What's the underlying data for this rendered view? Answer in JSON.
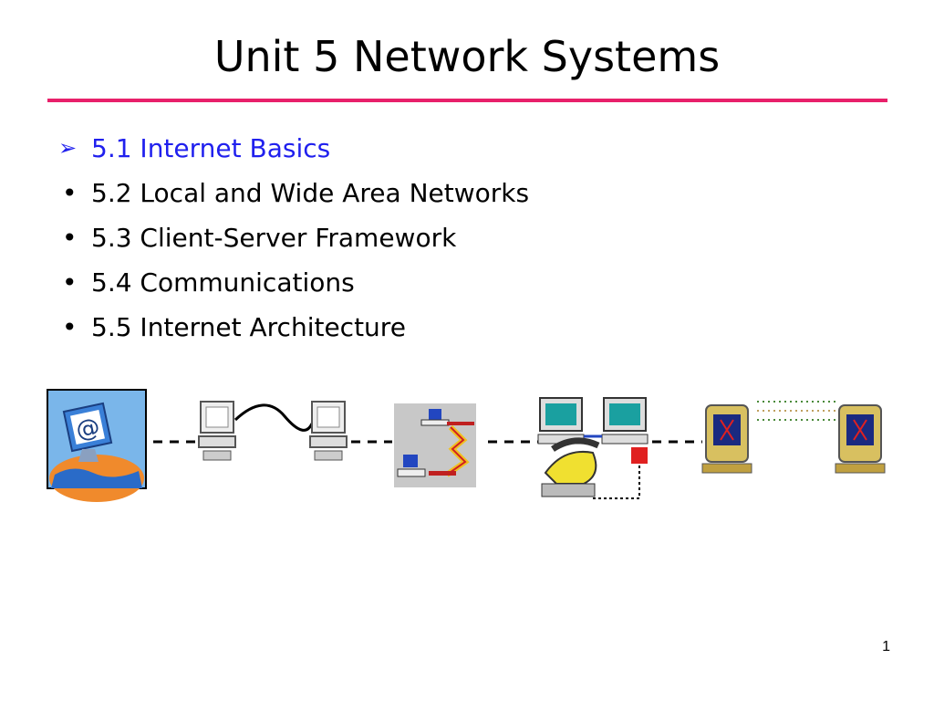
{
  "slide": {
    "title": "Unit 5 Network Systems",
    "accent_color": "#e8206a",
    "highlight_color": "#2020ee",
    "bullets": [
      {
        "marker": "➢",
        "label": "5.1 Internet Basics"
      },
      {
        "marker": "•",
        "label": "5.2 Local and Wide Area Networks"
      },
      {
        "marker": "•",
        "label": "5.3 Client-Server Framework"
      },
      {
        "marker": "•",
        "label": "5.4 Communications"
      },
      {
        "marker": "•",
        "label": "5.5 Internet Architecture"
      }
    ],
    "page_number": "1",
    "illustrations": [
      "internet-at-globe-icon",
      "linked-computers-icon",
      "network-lightning-icon",
      "computers-with-phone-icon",
      "remote-terminals-icon"
    ]
  }
}
